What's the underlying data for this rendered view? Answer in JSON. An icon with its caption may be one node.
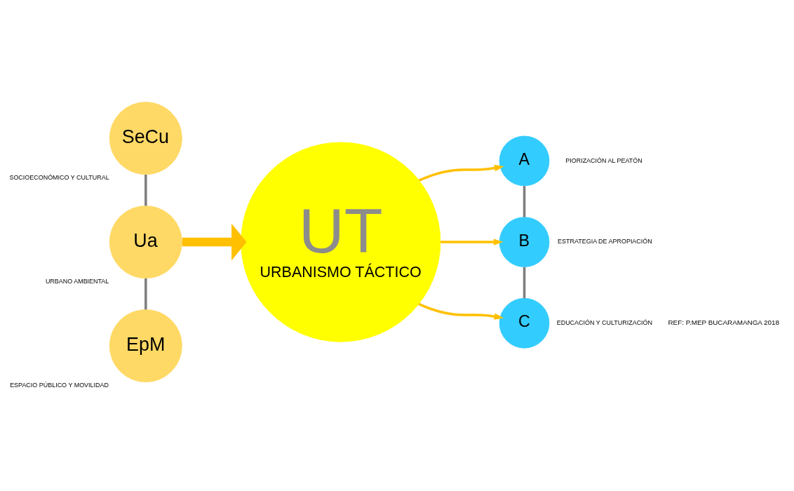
{
  "diagram": {
    "nodes": [
      {
        "text": [
          "SeCu"
        ],
        "beside": [
          "SOCIOECONÓMICO Y CULTURAL"
        ]
      },
      {
        "text": [
          "Ua"
        ],
        "beside": [
          "URBANO AMBIENTAL"
        ]
      },
      {
        "text": [
          "EpM"
        ],
        "beside": [
          "ESPACIO PÚBLICO Y MOVILIDAD"
        ]
      },
      {
        "text": [
          "UT",
          "URBANISMO TÁCTICO"
        ]
      },
      {
        "text": [
          "A"
        ],
        "beside": [
          "PIORIZACIÓN AL PEATÓN"
        ]
      },
      {
        "text": [
          "B"
        ],
        "beside": [
          "ESTRATEGIA DE APROPIACIÓN"
        ]
      },
      {
        "text": [
          "C"
        ],
        "beside": [
          "EDUCACIÓN Y CULTURIZACIÓN"
        ]
      }
    ],
    "edges": [
      {
        "from": 0,
        "to": 1,
        "arrow": "none",
        "color": "#7f7f7f"
      },
      {
        "from": 1,
        "to": 2,
        "arrow": "none",
        "color": "#7f7f7f"
      },
      {
        "from": 1,
        "to": 3,
        "arrow": "to",
        "style": "thick",
        "color": "#ffc000"
      },
      {
        "from": 3,
        "to": 4,
        "arrow": "to",
        "color": "#ffc000"
      },
      {
        "from": 3,
        "to": 5,
        "arrow": "to",
        "color": "#ffc000"
      },
      {
        "from": 3,
        "to": 6,
        "arrow": "to",
        "color": "#ffc000"
      },
      {
        "from": 4,
        "to": 5,
        "arrow": "none",
        "color": "#7f7f7f"
      },
      {
        "from": 5,
        "to": 6,
        "arrow": "none",
        "color": "#7f7f7f"
      }
    ],
    "labels": [
      "REF: P.MEP BUCARAMANGA 2018"
    ]
  }
}
